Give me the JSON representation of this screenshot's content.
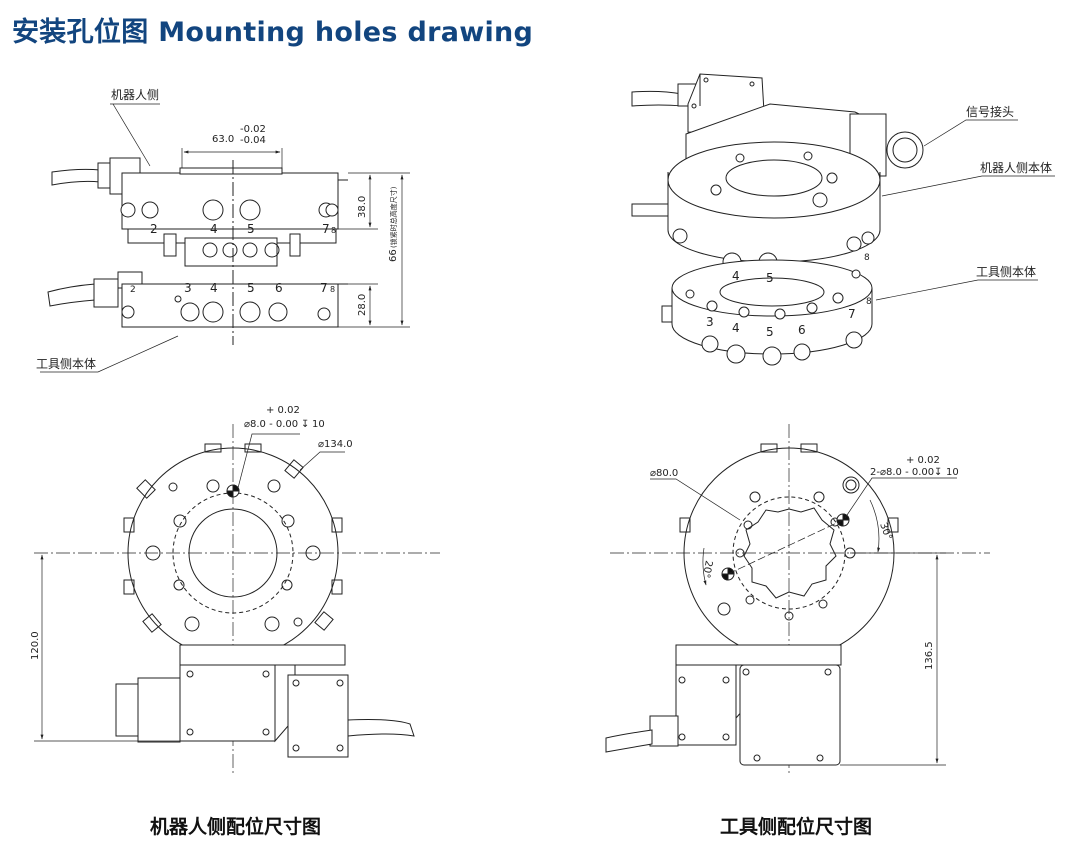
{
  "title": "安装孔位图 Mounting holes drawing",
  "side_view": {
    "label_robot_side": "机器人侧",
    "label_tool_body": "工具侧本体",
    "dim_63": "63.0",
    "dim_63_tol_upper": "-0.02",
    "dim_63_tol_lower": "-0.04",
    "dim_38": "38.0",
    "dim_28": "28.0",
    "dim_66": "66",
    "dim_66_note": "(锁紧时总高度尺寸)",
    "robot_port_numbers": [
      "2",
      "4",
      "5",
      "7",
      "8"
    ],
    "tool_port_numbers": [
      "2",
      "3",
      "4",
      "5",
      "6",
      "7",
      "8"
    ]
  },
  "iso_view": {
    "label_signal_connector": "信号接头",
    "label_robot_body": "机器人侧本体",
    "label_tool_body": "工具侧本体",
    "robot_port_numbers": [
      "4",
      "5",
      "8"
    ],
    "tool_port_numbers": [
      "3",
      "4",
      "5",
      "6",
      "7",
      "8"
    ]
  },
  "robot_plan": {
    "hole_tol_upper": "+ 0.02",
    "hole_spec": "⌀8.0  -  0.00",
    "hole_depth": "10",
    "diameter": "⌀134.0",
    "dim_120": "120.0",
    "caption": "机器人侧配位尺寸图"
  },
  "tool_plan": {
    "diameter": "⌀80.0",
    "hole_tol_upper": "+ 0.02",
    "hole_spec": "2-⌀8.0  -  0.00",
    "hole_depth": "10",
    "angle_30": "30°",
    "angle_20": "20°",
    "dim_136": "136.5",
    "caption": "工具侧配位尺寸图"
  }
}
